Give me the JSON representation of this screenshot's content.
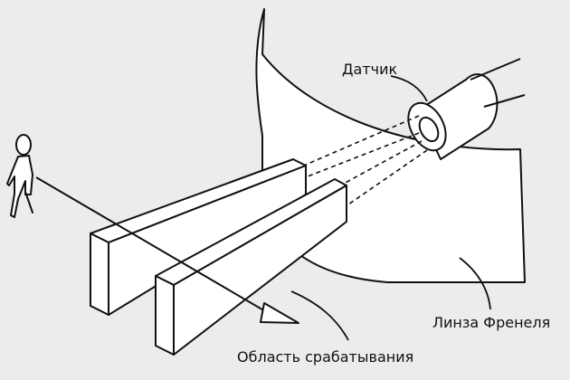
{
  "labels": {
    "sensor": "Датчик",
    "lens": "Линза Френеля",
    "zone": "Область срабатывания"
  },
  "colors": {
    "background": "#ececec",
    "ink": "#111111",
    "fill": "#ffffff"
  }
}
